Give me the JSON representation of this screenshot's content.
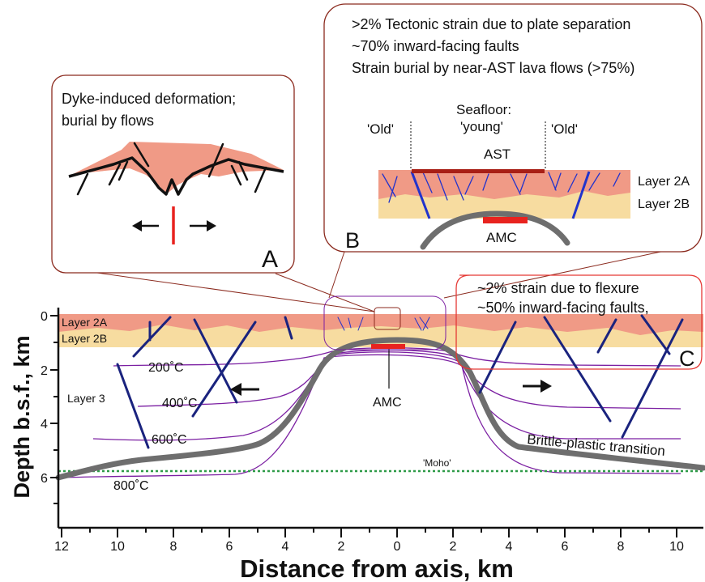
{
  "axes": {
    "x_label": "Distance from axis, km",
    "y_label": "Depth b.s.f., km",
    "x_ticks": [
      "12",
      "10",
      "8",
      "6",
      "4",
      "2",
      "0",
      "2",
      "4",
      "6",
      "8",
      "10"
    ],
    "y_ticks": [
      "0",
      "2",
      "4",
      "6"
    ]
  },
  "cross_section": {
    "layer_2a": "Layer 2A",
    "layer_2b": "Layer 2B",
    "layer_3": "Layer 3",
    "isotherm_200": "200˚C",
    "isotherm_400": "400˚C",
    "isotherm_600": "600˚C",
    "isotherm_800": "800˚C",
    "amc": "AMC",
    "moho": "'Moho'",
    "bpt": "Brittle-plastic transition"
  },
  "callout_a": {
    "line1": "Dyke-induced deformation;",
    "line2": "burial by flows",
    "letter": "A"
  },
  "callout_b": {
    "line1": ">2% Tectonic strain due to plate separation",
    "line2": "~70% inward-facing faults",
    "line3": "Strain burial by near-AST lava flows (>75%)",
    "seafloor1": "Seafloor:",
    "seafloor2": "'young'",
    "old_left": "'Old'",
    "old_right": "'Old'",
    "ast": "AST",
    "layer_2a": "Layer 2A",
    "layer_2b": "Layer 2B",
    "amc": "AMC",
    "letter": "B"
  },
  "callout_c": {
    "line1": "~2% strain due to flexure",
    "line2": "~50% inward-facing faults,",
    "letter": "C"
  },
  "colors": {
    "layer_2a": "#f09a86",
    "layer_2b": "#f7dca0",
    "fault": "#1a237e",
    "isotherm": "#7b1fa2",
    "bpt": "#6e6e6e",
    "moho": "#2e9a48",
    "amc": "#e8231f",
    "box_a_b": "#8b2a1e",
    "box_c": "#e53935"
  }
}
